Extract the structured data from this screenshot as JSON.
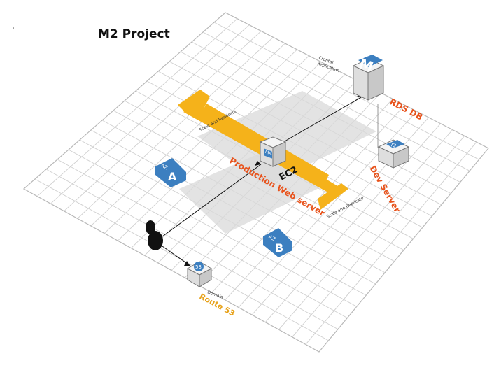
{
  "title": "M2 Project",
  "arrow_label_left": "Scale and Replicate",
  "arrow_label_right": "Scale and Replicate",
  "ec2": {
    "badge": "M4",
    "label": "EC2"
  },
  "production": {
    "label": "Production Web server"
  },
  "rds": {
    "letter": "M",
    "caption_line1": "Crontab",
    "caption_line2": "Replication",
    "label": "RDS DB"
  },
  "dev": {
    "badge": "T2",
    "label": "Dev Server"
  },
  "route53": {
    "badge": "53",
    "caption": "Domain",
    "label": "Route 53"
  },
  "az_a": {
    "prefix": "AZ",
    "letter": "A"
  },
  "az_b": {
    "prefix": "AZ",
    "letter": "B"
  },
  "colors": {
    "accent_yellow": "#f5b21a",
    "accent_orange": "#e8531c",
    "badge_blue": "#3c7fc0"
  }
}
